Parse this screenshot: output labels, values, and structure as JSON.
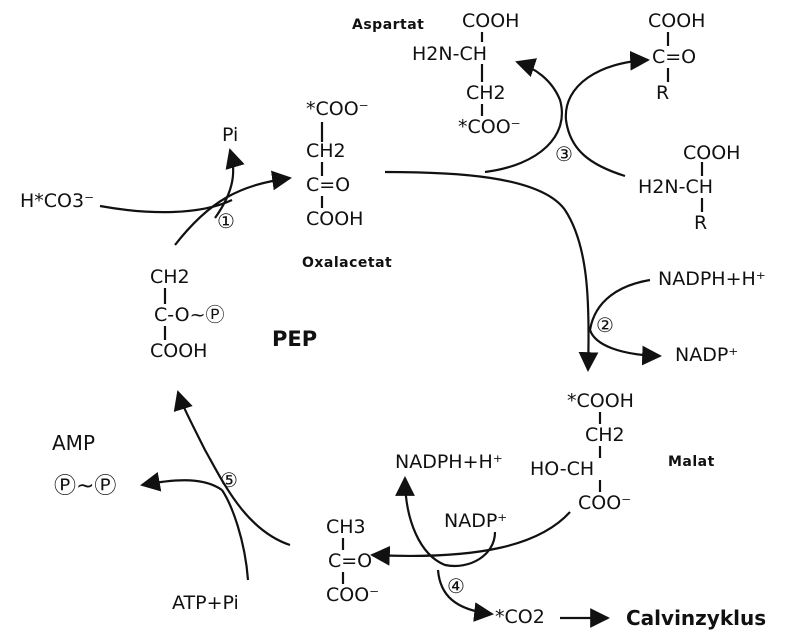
{
  "labels": {
    "aspartat": "Aspartat",
    "oxalacetat": "Oxalacetat",
    "malat": "Malat",
    "pep": "PEP",
    "calvinzyklus": "Calvinzyklus",
    "amp": "AMP"
  },
  "reagents": {
    "pi": "Pi",
    "hco3": "H*CO3⁻",
    "nadph_right": "NADPH+H⁺",
    "nadp_right": "NADP⁺",
    "nadph_left": "NADPH+H⁺",
    "nadp_left": "NADP⁺",
    "co2": "*CO2",
    "atp_pi": "ATP+Pi",
    "ppi": "Ⓟ~Ⓟ"
  },
  "steps": [
    "①",
    "②",
    "③",
    "④",
    "⑤"
  ],
  "structures": {
    "oxalacetat": [
      "*COO⁻",
      "CH2",
      "C=O",
      "COOH"
    ],
    "aspartat": [
      "COOH",
      "H2N-CH",
      "CH2",
      "*COO⁻"
    ],
    "ketoacid": [
      "COOH",
      "C=O",
      "R"
    ],
    "aminoacid": [
      "COOH",
      "H2N-CH",
      "R"
    ],
    "malat": [
      "*COOH",
      "CH2",
      "HO-CH",
      "COO⁻"
    ],
    "pyruvat": [
      "CH3",
      "C=O",
      "COO⁻"
    ],
    "pep": [
      "CH2",
      "C-O~Ⓟ",
      "COOH"
    ]
  }
}
